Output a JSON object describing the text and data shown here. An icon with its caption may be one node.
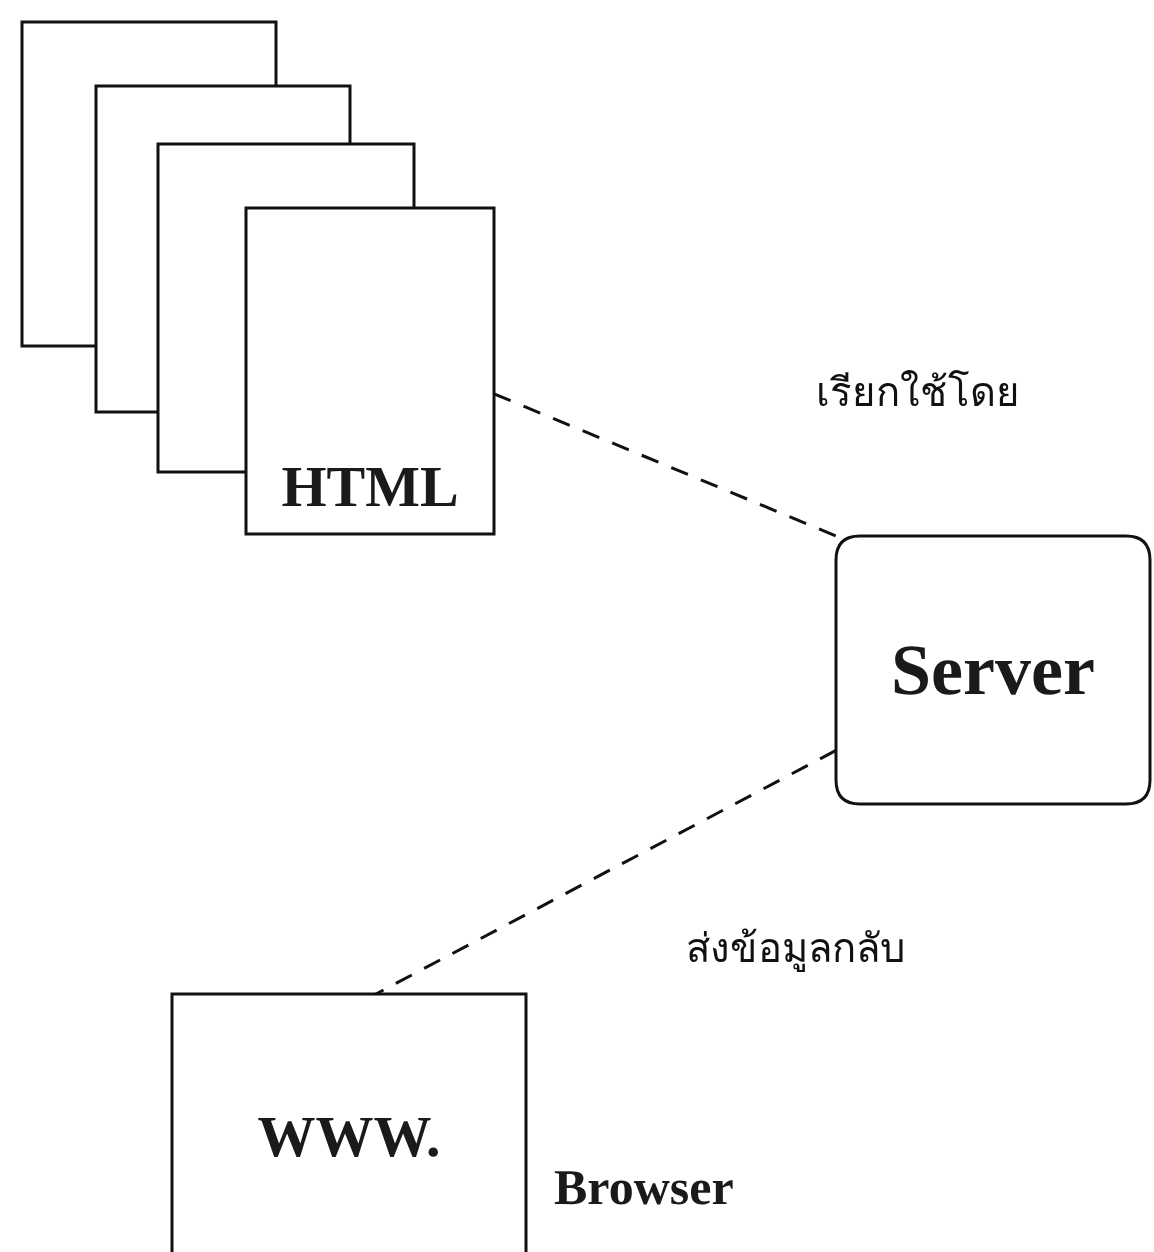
{
  "diagram": {
    "nodes": [
      {
        "text": [],
        "shape": "box"
      },
      {
        "text": [],
        "shape": "box"
      },
      {
        "text": [],
        "shape": "box"
      },
      {
        "text": [
          "HTML"
        ]
      },
      {
        "text": [
          "Server"
        ]
      },
      {
        "text": [
          "WWW."
        ],
        "beside": [
          "Browser"
        ]
      }
    ],
    "edges": [
      {
        "from": 3,
        "to": 4,
        "arrow": "none",
        "style": "dashed",
        "label": "เรียกใช้โดย"
      },
      {
        "from": 4,
        "to": 5,
        "arrow": "none",
        "style": "dashed",
        "label": "ส่งข้อมูลกลับ"
      }
    ]
  }
}
